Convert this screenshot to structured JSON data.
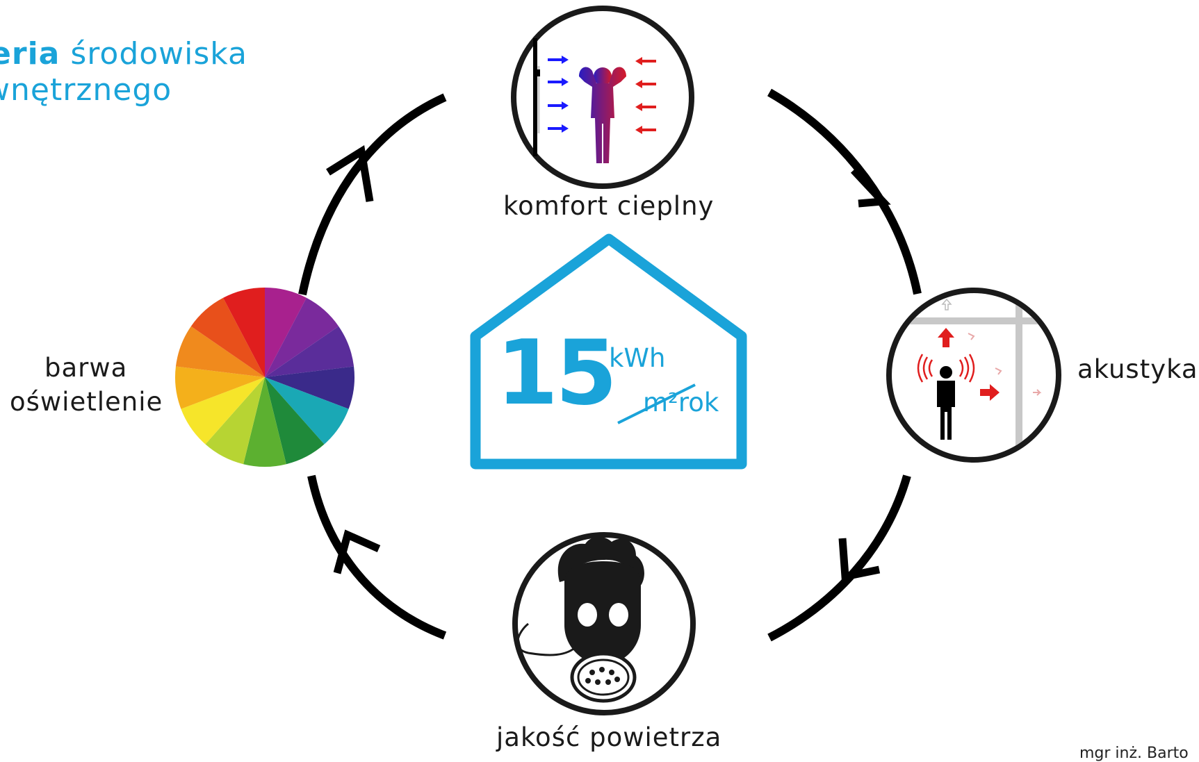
{
  "title": {
    "line1_bold": "teria",
    "line1_rest": " środowiska",
    "line2": "wnętrznego"
  },
  "nodes": [
    {
      "id": "thermal",
      "label": "komfort cieplny",
      "icon": "thermal-comfort-icon"
    },
    {
      "id": "acoustic",
      "label": "akustyka",
      "icon": "acoustics-icon"
    },
    {
      "id": "air",
      "label": "jakość powietrza",
      "icon": "gas-mask-icon"
    },
    {
      "id": "light",
      "label_line1": "barwa",
      "label_line2": "oświetlenie",
      "icon": "color-wheel-icon"
    }
  ],
  "center": {
    "value": "15",
    "unit_top": "kWh",
    "unit_bottom": "m²rok",
    "icon": "house-outline-icon"
  },
  "footer": {
    "author": "mgr inż. Barto"
  },
  "colors": {
    "accent": "#1aa3d9",
    "arrow": "#000000",
    "warm_arrow": "#e01e1e",
    "cold_arrow": "#1a1aff",
    "wheel": [
      "#a8218e",
      "#7a2a9c",
      "#5a2d9a",
      "#3a2a8a",
      "#1aa8b5",
      "#1f8a3a",
      "#5cb030",
      "#b7d433",
      "#f6e52a",
      "#f4b01b",
      "#f08a1d",
      "#e8501b",
      "#e01e1e"
    ]
  }
}
